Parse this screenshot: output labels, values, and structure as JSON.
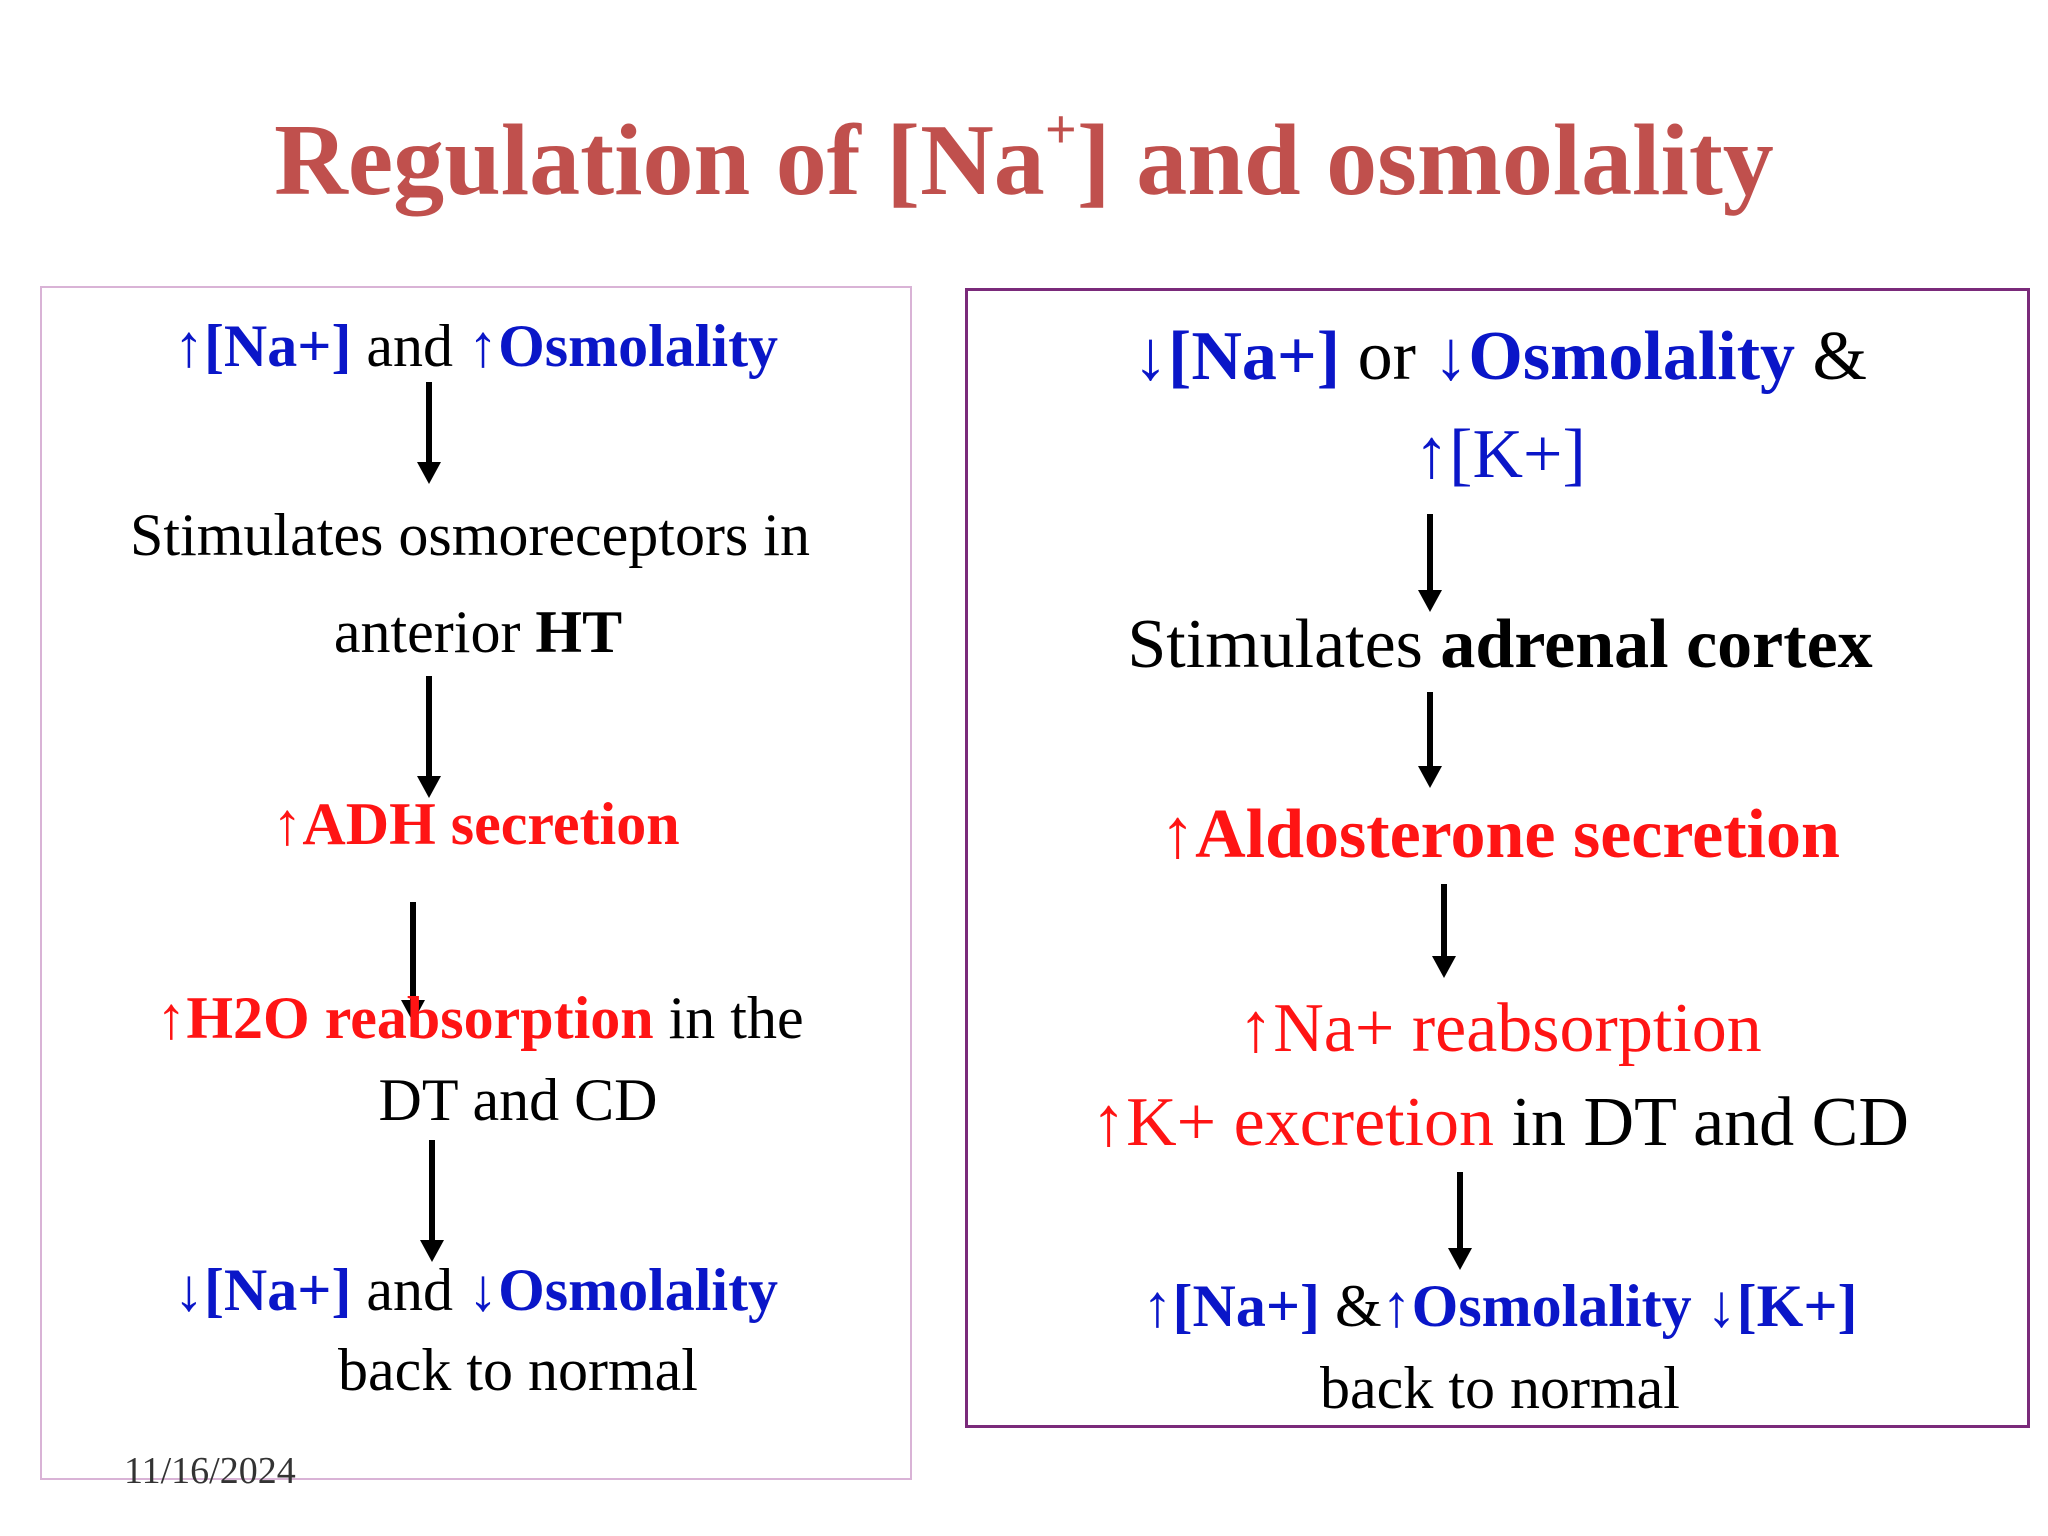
{
  "title": {
    "part1": "Regulation of [Na",
    "sup": "+",
    "part2": "] and osmolality"
  },
  "left": {
    "line1": {
      "a": "↑[Na+]",
      "b": " and ",
      "c": "↑Osmolality"
    },
    "line2": "Stimulates osmoreceptors in",
    "line3": {
      "a": "anterior ",
      "b": "HT"
    },
    "line4": "↑ADH secretion",
    "line5": {
      "a": "↑H2O reabsorption",
      "b": " in the"
    },
    "line6": "DT and CD",
    "line7": {
      "a": "↓[Na+]",
      "b": " and ",
      "c": "↓Osmolality"
    },
    "line8": "back to normal"
  },
  "right": {
    "line1": {
      "a": "↓[Na+]",
      "b": " or ",
      "c": "↓Osmolality",
      "d": " &"
    },
    "line2": "↑[K+]",
    "line3": {
      "a": "Stimulates ",
      "b": "adrenal cortex"
    },
    "line4": "↑Aldosterone secretion",
    "line5": "↑Na+ reabsorption",
    "line6": {
      "a": "↑K+ excretion",
      "b": " in DT and CD"
    },
    "line7": {
      "a": "↑[Na+]",
      "b": " &",
      "c": "↑Osmolality",
      "d": " ↓[K+]"
    },
    "line8": "back to normal"
  },
  "footer": {
    "date": "11/16/2024"
  },
  "colors": {
    "title": "#c0504d",
    "blue": "#0a16c8",
    "red": "#ff1414"
  }
}
